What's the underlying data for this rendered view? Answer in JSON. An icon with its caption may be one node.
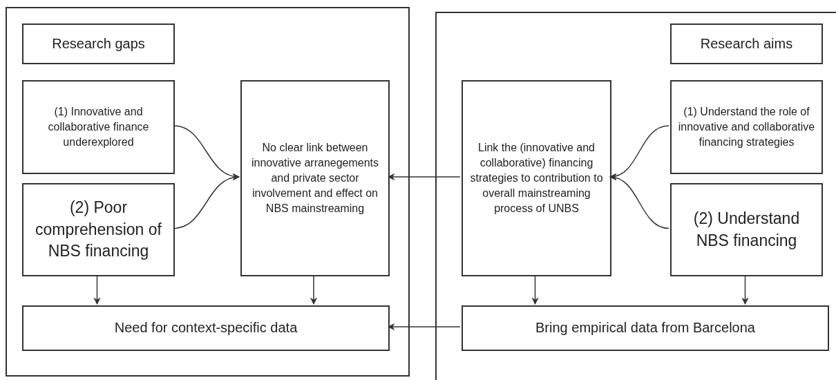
{
  "diagram": {
    "nodes": [
      {
        "text": [],
        "shape": "box"
      },
      {
        "text": [
          "Research gaps"
        ],
        "in": 0
      },
      {
        "text": [
          "(1) Innovative and collaborative finance underexplored"
        ],
        "in": 0
      },
      {
        "text": [
          "(2) Poor comprehension of NBS financing"
        ],
        "in": 0
      },
      {
        "text": [
          "No clear link between innovative arranegements and private sector involvement and effect on NBS mainstreaming"
        ],
        "in": 0
      },
      {
        "text": [
          "Need for context-specific data"
        ],
        "in": 0
      },
      {
        "text": [],
        "shape": "box"
      },
      {
        "text": [
          "Research aims"
        ],
        "in": 6
      },
      {
        "text": [
          "Link the (innovative and collaborative) financing strategies to contribution to overall mainstreaming process of UNBS"
        ],
        "in": 6
      },
      {
        "text": [
          "(1) Understand the role of innovative and collaborative financing strategies"
        ],
        "in": 6
      },
      {
        "text": [
          "(2) Understand NBS financing"
        ],
        "in": 6
      },
      {
        "text": [
          "Bring empirical data from Barcelona"
        ],
        "in": 6
      }
    ],
    "edges": [
      {
        "from": 2,
        "to": 4,
        "arrow": "to"
      },
      {
        "from": 3,
        "to": 4,
        "arrow": "to"
      },
      {
        "from": 3,
        "to": 5,
        "arrow": "to"
      },
      {
        "from": 4,
        "to": 5,
        "arrow": "to"
      },
      {
        "from": 8,
        "to": 4,
        "arrow": "to"
      },
      {
        "from": 11,
        "to": 5,
        "arrow": "to"
      },
      {
        "from": 9,
        "to": 8,
        "arrow": "to"
      },
      {
        "from": 10,
        "to": 8,
        "arrow": "to"
      },
      {
        "from": 8,
        "to": 11,
        "arrow": "to"
      },
      {
        "from": 10,
        "to": 11,
        "arrow": "to"
      }
    ]
  }
}
